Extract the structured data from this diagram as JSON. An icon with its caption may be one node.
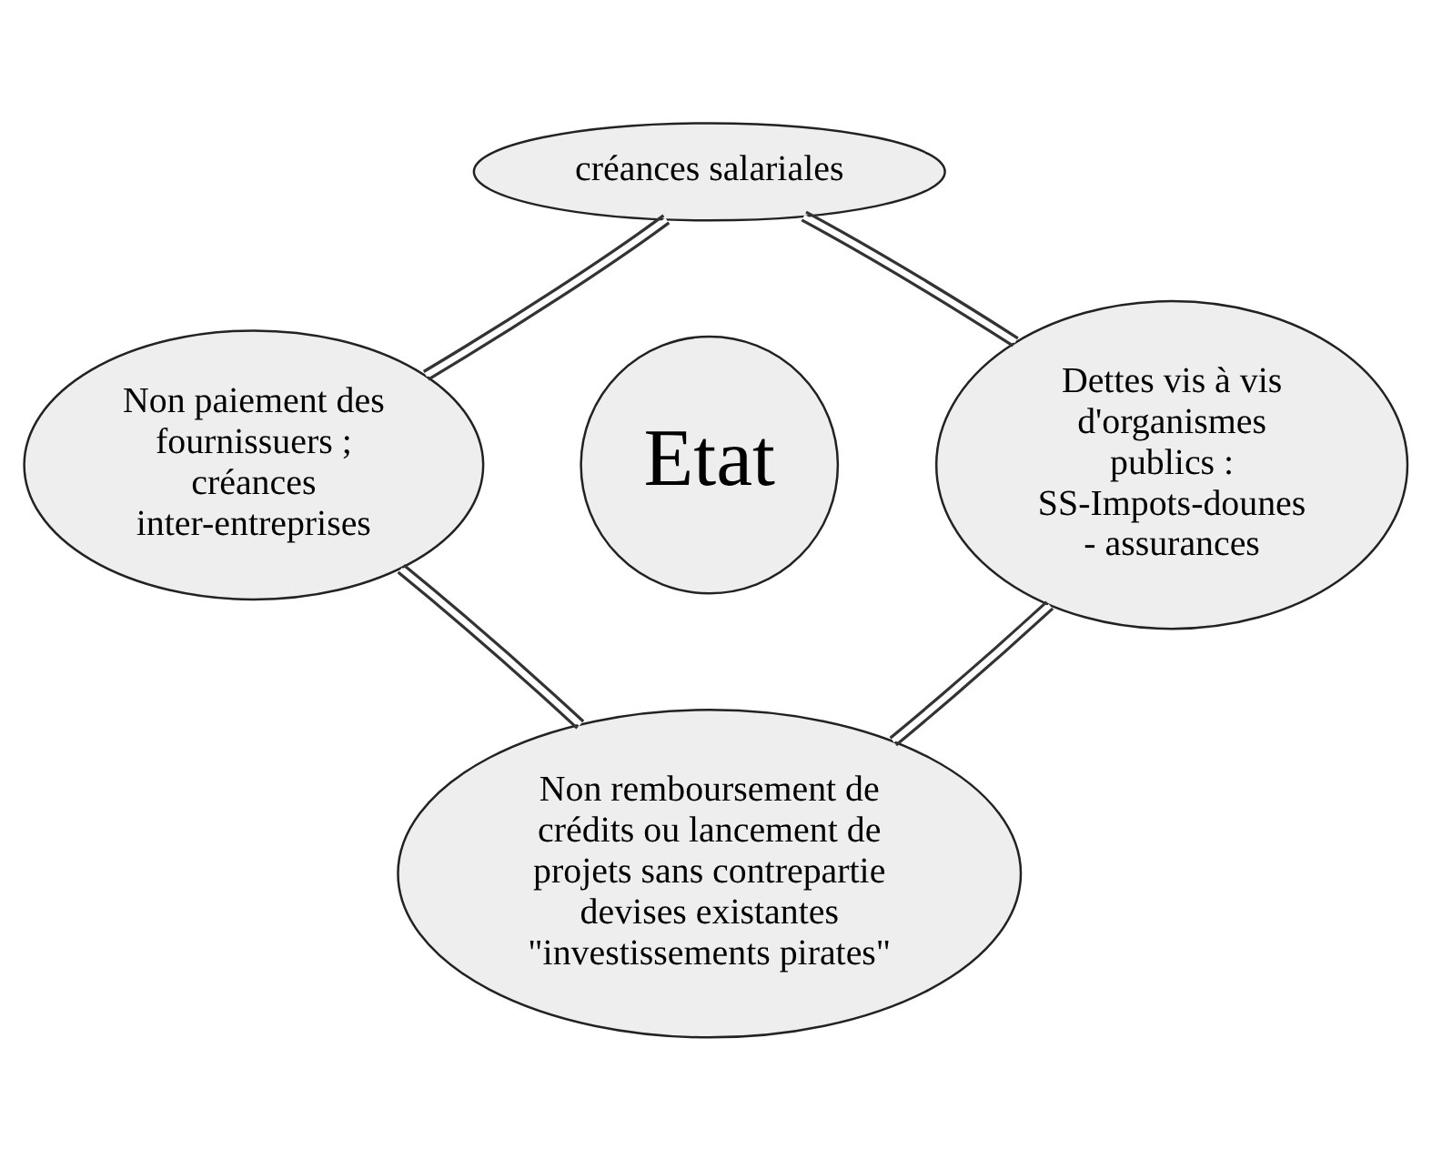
{
  "diagram": {
    "nodes": [
      {
        "text": [
          "créances salariales"
        ]
      },
      {
        "text": [
          "Non paiement des fournissuers ; créances inter-entreprises"
        ]
      },
      {
        "text": [
          "Etat"
        ]
      },
      {
        "text": [
          "Dettes vis à vis d'organismes publics : SS-Impots-dounes - assurances"
        ]
      },
      {
        "text": [
          "Non remboursement de crédits ou lancement de projets sans contrepartie devises existantes \"investissements pirates\""
        ]
      }
    ],
    "edges": [
      {
        "from": 0,
        "to": 3,
        "arrow": "none"
      },
      {
        "from": 3,
        "to": 4,
        "arrow": "none"
      },
      {
        "from": 4,
        "to": 1,
        "arrow": "none"
      },
      {
        "from": 1,
        "to": 0,
        "arrow": "none"
      }
    ]
  }
}
